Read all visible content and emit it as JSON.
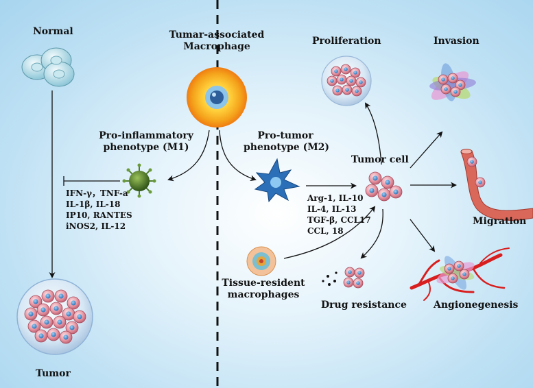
{
  "labels": {
    "normal": "Normal",
    "tam": "Tumar-associated\nMacrophage",
    "proliferation": "Proliferation",
    "invasion": "Invasion",
    "m1": "Pro-inflammatory\nphenotype (M1)",
    "m2": "Pro-tumor\nphenotype (M2)",
    "tumor_cell": "Tumor cell",
    "migration": "Migration",
    "tissue_resident": "Tissue-resident\nmacrophages",
    "drug_resistance": "Drug resistance",
    "angiogenesis": "Angionegenesis",
    "tumor": "Tumor"
  },
  "m1_factors": [
    "IFN-γ，TNF-a",
    "IL-1β, IL-18",
    "IP10, RANTES",
    "iNOS2, IL-12"
  ],
  "m2_factors": [
    "Arg-1, IL-10",
    "IL-4, IL-13",
    "TGF-β, CCL17",
    "CCL, 18"
  ],
  "colors": {
    "background_edge": "#a8d5ef",
    "macrophage_core": "#f4a21b",
    "tumor_cell": "#e28a98",
    "nucleus": "#3f87c9",
    "m1_cell": "#4f7d2a",
    "m2_cell": "#2b6fb8",
    "vessel": "#d81e1e"
  }
}
